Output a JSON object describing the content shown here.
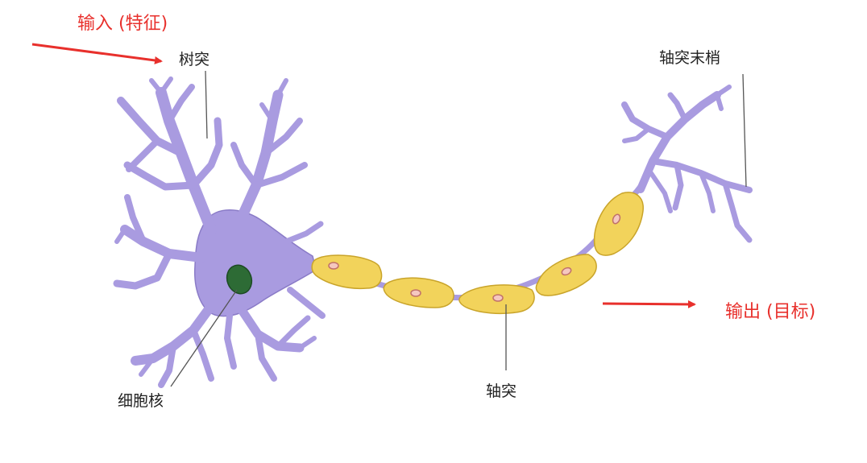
{
  "labels": {
    "input": "输入 (特征)",
    "dendrite": "树突",
    "axon_terminal": "轴突末梢",
    "nucleus": "细胞核",
    "axon": "轴突",
    "output": "输出 (目标)"
  },
  "colors": {
    "annotation": "#e8302c",
    "neuron_body": "#a99be0",
    "neuron_outline": "#8a7bc7",
    "myelin_fill": "#f2d35b",
    "myelin_outline": "#c9a42a",
    "node_fill": "#f5c8c0",
    "node_outline": "#c0706a",
    "nucleus_fill": "#2d6b35",
    "leader_line": "#555555"
  },
  "icons": {
    "input_arrow": "arrow-right-icon",
    "output_arrow": "arrow-right-icon"
  }
}
